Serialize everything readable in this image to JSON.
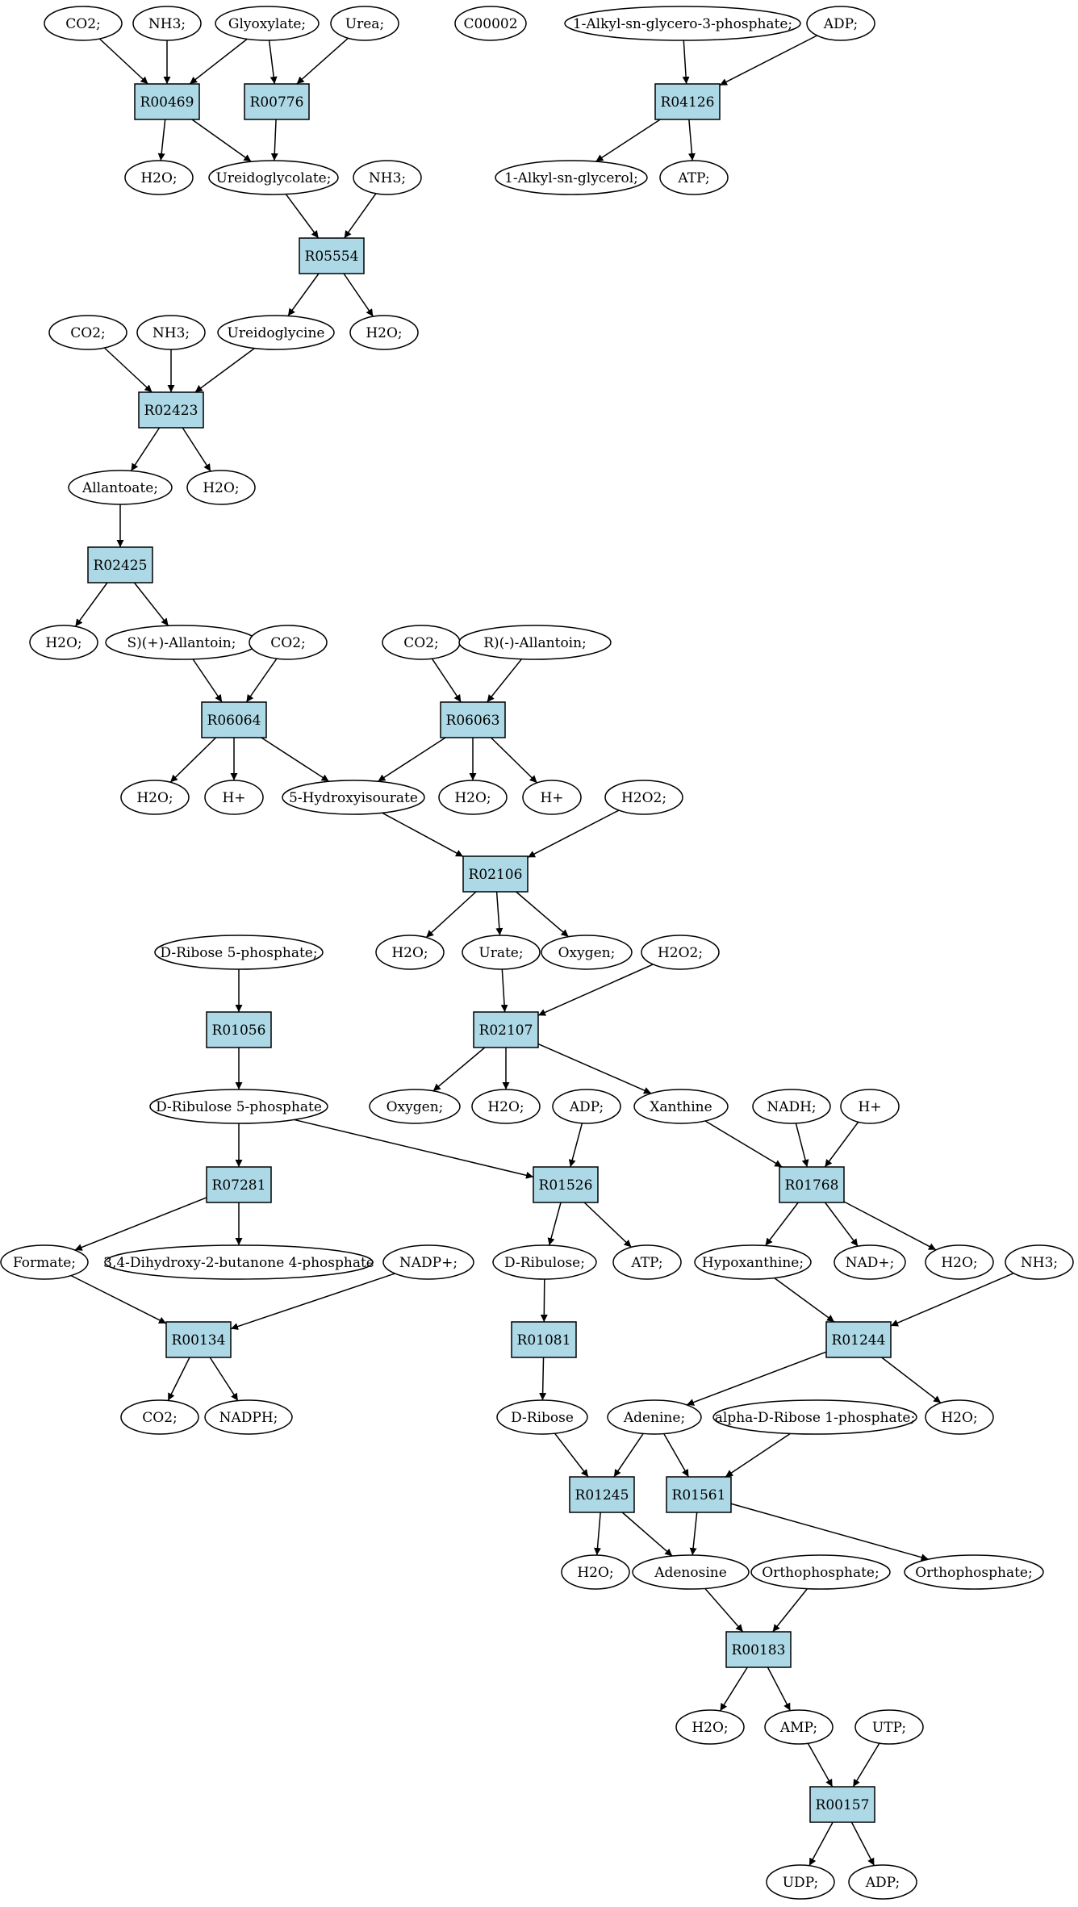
{
  "colors": {
    "reaction_fill": "#add8e6",
    "compound_fill": "#ffffff",
    "start_fill": "#00ff00",
    "highlight_fill": "#ffff00",
    "stroke": "#000000"
  },
  "nodes": [
    {
      "id": "c_co2_1",
      "label": "CO2;",
      "shape": "ellipse"
    },
    {
      "id": "c_nh3_1",
      "label": "NH3;",
      "shape": "ellipse"
    },
    {
      "id": "c_glyox",
      "label": "Glyoxylate;",
      "shape": "ellipse"
    },
    {
      "id": "c_urea",
      "label": "Urea;",
      "shape": "ellipse"
    },
    {
      "id": "c_c00002",
      "label": "C00002",
      "shape": "ellipse",
      "fill": "#ffff00"
    },
    {
      "id": "c_alkylp",
      "label": "1-Alkyl-sn-glycero-3-phosphate;",
      "shape": "ellipse"
    },
    {
      "id": "c_adp_1",
      "label": "ADP;",
      "shape": "ellipse"
    },
    {
      "id": "r_r00469",
      "label": "R00469",
      "shape": "rect"
    },
    {
      "id": "r_r00776",
      "label": "R00776",
      "shape": "rect"
    },
    {
      "id": "r_r04126",
      "label": "R04126",
      "shape": "rect"
    },
    {
      "id": "c_h2o_1",
      "label": "H2O;",
      "shape": "ellipse"
    },
    {
      "id": "c_ureidoglycolate",
      "label": "Ureidoglycolate;",
      "shape": "ellipse"
    },
    {
      "id": "c_nh3_2",
      "label": "NH3;",
      "shape": "ellipse"
    },
    {
      "id": "c_alkylg",
      "label": "1-Alkyl-sn-glycerol;",
      "shape": "ellipse"
    },
    {
      "id": "c_atp_1",
      "label": "ATP;",
      "shape": "ellipse"
    },
    {
      "id": "r_r05554",
      "label": "R05554",
      "shape": "rect"
    },
    {
      "id": "c_co2_2",
      "label": "CO2;",
      "shape": "ellipse"
    },
    {
      "id": "c_nh3_3",
      "label": "NH3;",
      "shape": "ellipse"
    },
    {
      "id": "c_ureidoglycine",
      "label": "Ureidoglycine",
      "shape": "ellipse"
    },
    {
      "id": "c_h2o_2",
      "label": "H2O;",
      "shape": "ellipse"
    },
    {
      "id": "r_r02423",
      "label": "R02423",
      "shape": "rect"
    },
    {
      "id": "c_allantoate",
      "label": "Allantoate;",
      "shape": "ellipse"
    },
    {
      "id": "c_h2o_3",
      "label": "H2O;",
      "shape": "ellipse"
    },
    {
      "id": "r_r02425",
      "label": "R02425",
      "shape": "rect"
    },
    {
      "id": "c_h2o_4",
      "label": "H2O;",
      "shape": "ellipse"
    },
    {
      "id": "c_s_allantoin",
      "label": "S)(+)-Allantoin;",
      "shape": "ellipse"
    },
    {
      "id": "c_co2_3",
      "label": "CO2;",
      "shape": "ellipse"
    },
    {
      "id": "c_co2_4",
      "label": "CO2;",
      "shape": "ellipse"
    },
    {
      "id": "c_r_allantoin",
      "label": "R)(-)-Allantoin;",
      "shape": "ellipse"
    },
    {
      "id": "r_r06064",
      "label": "R06064",
      "shape": "rect"
    },
    {
      "id": "r_r06063",
      "label": "R06063",
      "shape": "rect"
    },
    {
      "id": "c_h2o_5",
      "label": "H2O;",
      "shape": "ellipse"
    },
    {
      "id": "c_hplus_1",
      "label": "H+",
      "shape": "ellipse"
    },
    {
      "id": "c_hydroxyisourate",
      "label": "5-Hydroxyisourate",
      "shape": "ellipse"
    },
    {
      "id": "c_h2o_6",
      "label": "H2O;",
      "shape": "ellipse"
    },
    {
      "id": "c_hplus_2",
      "label": "H+",
      "shape": "ellipse"
    },
    {
      "id": "c_h2o2_1",
      "label": "H2O2;",
      "shape": "ellipse"
    },
    {
      "id": "r_r02106",
      "label": "R02106",
      "shape": "rect"
    },
    {
      "id": "c_ribose5p",
      "label": "D-Ribose 5-phosphate;",
      "shape": "ellipse",
      "fill": "#00ff00"
    },
    {
      "id": "c_h2o_7",
      "label": "H2O;",
      "shape": "ellipse"
    },
    {
      "id": "c_urate",
      "label": "Urate;",
      "shape": "ellipse"
    },
    {
      "id": "c_oxygen_1",
      "label": "Oxygen;",
      "shape": "ellipse"
    },
    {
      "id": "c_h2o2_2",
      "label": "H2O2;",
      "shape": "ellipse"
    },
    {
      "id": "r_r01056",
      "label": "R01056",
      "shape": "rect"
    },
    {
      "id": "r_r02107",
      "label": "R02107",
      "shape": "rect"
    },
    {
      "id": "c_ribulose5p",
      "label": "D-Ribulose 5-phosphate",
      "shape": "ellipse"
    },
    {
      "id": "c_oxygen_2",
      "label": "Oxygen;",
      "shape": "ellipse"
    },
    {
      "id": "c_h2o_8",
      "label": "H2O;",
      "shape": "ellipse"
    },
    {
      "id": "c_adp_2",
      "label": "ADP;",
      "shape": "ellipse"
    },
    {
      "id": "c_xanthine",
      "label": "Xanthine",
      "shape": "ellipse"
    },
    {
      "id": "c_nadh",
      "label": "NADH;",
      "shape": "ellipse"
    },
    {
      "id": "c_hplus_3",
      "label": "H+",
      "shape": "ellipse"
    },
    {
      "id": "r_r07281",
      "label": "R07281",
      "shape": "rect"
    },
    {
      "id": "r_r01526",
      "label": "R01526",
      "shape": "rect"
    },
    {
      "id": "r_r01768",
      "label": "R01768",
      "shape": "rect"
    },
    {
      "id": "c_formate",
      "label": "Formate;",
      "shape": "ellipse"
    },
    {
      "id": "c_dihydroxybutanone",
      "label": "3,4-Dihydroxy-2-butanone 4-phosphate",
      "shape": "ellipse"
    },
    {
      "id": "c_nadp",
      "label": "NADP+;",
      "shape": "ellipse"
    },
    {
      "id": "c_ribulose",
      "label": "D-Ribulose;",
      "shape": "ellipse"
    },
    {
      "id": "c_atp_2",
      "label": "ATP;",
      "shape": "ellipse"
    },
    {
      "id": "c_hypoxanthine",
      "label": "Hypoxanthine;",
      "shape": "ellipse"
    },
    {
      "id": "c_nadplus",
      "label": "NAD+;",
      "shape": "ellipse"
    },
    {
      "id": "c_h2o_9",
      "label": "H2O;",
      "shape": "ellipse"
    },
    {
      "id": "c_nh3_4",
      "label": "NH3;",
      "shape": "ellipse"
    },
    {
      "id": "r_r00134",
      "label": "R00134",
      "shape": "rect"
    },
    {
      "id": "r_r01081",
      "label": "R01081",
      "shape": "rect"
    },
    {
      "id": "r_r01244",
      "label": "R01244",
      "shape": "rect"
    },
    {
      "id": "c_co2_5",
      "label": "CO2;",
      "shape": "ellipse"
    },
    {
      "id": "c_nadph",
      "label": "NADPH;",
      "shape": "ellipse"
    },
    {
      "id": "c_dribose",
      "label": "D-Ribose",
      "shape": "ellipse"
    },
    {
      "id": "c_adenine",
      "label": "Adenine;",
      "shape": "ellipse"
    },
    {
      "id": "c_aribose1p",
      "label": "alpha-D-Ribose 1-phosphate;",
      "shape": "ellipse"
    },
    {
      "id": "c_h2o_10",
      "label": "H2O;",
      "shape": "ellipse"
    },
    {
      "id": "r_r01245",
      "label": "R01245",
      "shape": "rect"
    },
    {
      "id": "r_r01561",
      "label": "R01561",
      "shape": "rect"
    },
    {
      "id": "c_h2o_11",
      "label": "H2O;",
      "shape": "ellipse"
    },
    {
      "id": "c_adenosine",
      "label": "Adenosine",
      "shape": "ellipse"
    },
    {
      "id": "c_orthophosphate_1",
      "label": "Orthophosphate;",
      "shape": "ellipse"
    },
    {
      "id": "c_orthophosphate_2",
      "label": "Orthophosphate;",
      "shape": "ellipse"
    },
    {
      "id": "r_r00183",
      "label": "R00183",
      "shape": "rect"
    },
    {
      "id": "c_h2o_12",
      "label": "H2O;",
      "shape": "ellipse"
    },
    {
      "id": "c_amp",
      "label": "AMP;",
      "shape": "ellipse"
    },
    {
      "id": "c_utp",
      "label": "UTP;",
      "shape": "ellipse"
    },
    {
      "id": "r_r00157",
      "label": "R00157",
      "shape": "rect"
    },
    {
      "id": "c_udp",
      "label": "UDP;",
      "shape": "ellipse"
    },
    {
      "id": "c_adp_3",
      "label": "ADP;",
      "shape": "ellipse"
    }
  ],
  "edges": [
    [
      "c_co2_1",
      "r_r00469"
    ],
    [
      "c_nh3_1",
      "r_r00469"
    ],
    [
      "c_glyox",
      "r_r00469"
    ],
    [
      "c_glyox",
      "r_r00776"
    ],
    [
      "c_urea",
      "r_r00776"
    ],
    [
      "r_r00469",
      "c_h2o_1"
    ],
    [
      "r_r00469",
      "c_ureidoglycolate"
    ],
    [
      "r_r00776",
      "c_ureidoglycolate"
    ],
    [
      "c_alkylp",
      "r_r04126"
    ],
    [
      "c_adp_1",
      "r_r04126"
    ],
    [
      "r_r04126",
      "c_alkylg"
    ],
    [
      "r_r04126",
      "c_atp_1"
    ],
    [
      "c_ureidoglycolate",
      "r_r05554"
    ],
    [
      "c_nh3_2",
      "r_r05554"
    ],
    [
      "r_r05554",
      "c_ureidoglycine"
    ],
    [
      "r_r05554",
      "c_h2o_2"
    ],
    [
      "c_co2_2",
      "r_r02423"
    ],
    [
      "c_nh3_3",
      "r_r02423"
    ],
    [
      "c_ureidoglycine",
      "r_r02423"
    ],
    [
      "r_r02423",
      "c_allantoate"
    ],
    [
      "r_r02423",
      "c_h2o_3"
    ],
    [
      "c_allantoate",
      "r_r02425"
    ],
    [
      "r_r02425",
      "c_h2o_4"
    ],
    [
      "r_r02425",
      "c_s_allantoin"
    ],
    [
      "c_s_allantoin",
      "r_r06064"
    ],
    [
      "c_co2_3",
      "r_r06064"
    ],
    [
      "c_co2_4",
      "r_r06063"
    ],
    [
      "c_r_allantoin",
      "r_r06063"
    ],
    [
      "r_r06064",
      "c_h2o_5"
    ],
    [
      "r_r06064",
      "c_hplus_1"
    ],
    [
      "r_r06064",
      "c_hydroxyisourate"
    ],
    [
      "r_r06063",
      "c_hydroxyisourate"
    ],
    [
      "r_r06063",
      "c_h2o_6"
    ],
    [
      "r_r06063",
      "c_hplus_2"
    ],
    [
      "c_hydroxyisourate",
      "r_r02106"
    ],
    [
      "c_h2o2_1",
      "r_r02106"
    ],
    [
      "r_r02106",
      "c_h2o_7"
    ],
    [
      "r_r02106",
      "c_urate"
    ],
    [
      "r_r02106",
      "c_oxygen_1"
    ],
    [
      "c_ribose5p",
      "r_r01056"
    ],
    [
      "r_r01056",
      "c_ribulose5p"
    ],
    [
      "c_urate",
      "r_r02107"
    ],
    [
      "c_h2o2_2",
      "r_r02107"
    ],
    [
      "r_r02107",
      "c_oxygen_2"
    ],
    [
      "r_r02107",
      "c_h2o_8"
    ],
    [
      "r_r02107",
      "c_xanthine"
    ],
    [
      "c_ribulose5p",
      "r_r07281"
    ],
    [
      "c_ribulose5p",
      "r_r01526"
    ],
    [
      "c_adp_2",
      "r_r01526"
    ],
    [
      "c_xanthine",
      "r_r01768"
    ],
    [
      "c_nadh",
      "r_r01768"
    ],
    [
      "c_hplus_3",
      "r_r01768"
    ],
    [
      "r_r07281",
      "c_formate"
    ],
    [
      "r_r07281",
      "c_dihydroxybutanone"
    ],
    [
      "r_r01526",
      "c_ribulose"
    ],
    [
      "r_r01526",
      "c_atp_2"
    ],
    [
      "r_r01768",
      "c_hypoxanthine"
    ],
    [
      "r_r01768",
      "c_nadplus"
    ],
    [
      "r_r01768",
      "c_h2o_9"
    ],
    [
      "c_formate",
      "r_r00134"
    ],
    [
      "c_nadp",
      "r_r00134"
    ],
    [
      "c_ribulose",
      "r_r01081"
    ],
    [
      "c_hypoxanthine",
      "r_r01244"
    ],
    [
      "c_nh3_4",
      "r_r01244"
    ],
    [
      "r_r00134",
      "c_co2_5"
    ],
    [
      "r_r00134",
      "c_nadph"
    ],
    [
      "r_r01081",
      "c_dribose"
    ],
    [
      "r_r01244",
      "c_adenine"
    ],
    [
      "r_r01244",
      "c_h2o_10"
    ],
    [
      "c_dribose",
      "r_r01245"
    ],
    [
      "c_adenine",
      "r_r01245"
    ],
    [
      "c_adenine",
      "r_r01561"
    ],
    [
      "c_aribose1p",
      "r_r01561"
    ],
    [
      "r_r01245",
      "c_h2o_11"
    ],
    [
      "r_r01245",
      "c_adenosine"
    ],
    [
      "r_r01561",
      "c_adenosine"
    ],
    [
      "r_r01561",
      "c_orthophosphate_2"
    ],
    [
      "c_adenosine",
      "r_r00183"
    ],
    [
      "c_orthophosphate_1",
      "r_r00183"
    ],
    [
      "r_r00183",
      "c_h2o_12"
    ],
    [
      "r_r00183",
      "c_amp"
    ],
    [
      "c_amp",
      "r_r00157"
    ],
    [
      "c_utp",
      "r_r00157"
    ],
    [
      "r_r00157",
      "c_udp"
    ],
    [
      "r_r00157",
      "c_adp_3"
    ]
  ]
}
